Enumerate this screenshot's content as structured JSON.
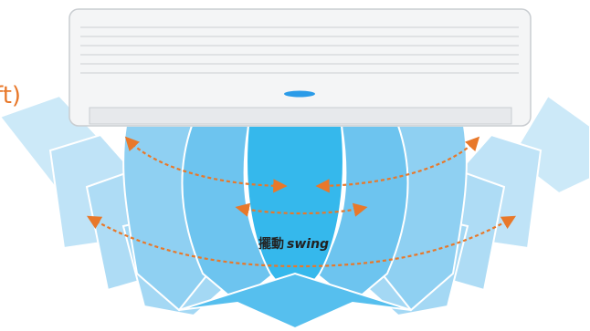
{
  "labels": {
    "cut_text": "ft)",
    "swing_chinese": "擺動",
    "swing_english": "swing"
  },
  "colors": {
    "accent_orange": "#e8782a",
    "air_light": "#cce9f8",
    "air_mid": "#9fd7f4",
    "air_center": "#35b8ec",
    "unit_body": "#f4f5f6",
    "indicator": "#2a9be8"
  },
  "icons": [
    "air-conditioner-icon",
    "swing-arrow-icon"
  ]
}
